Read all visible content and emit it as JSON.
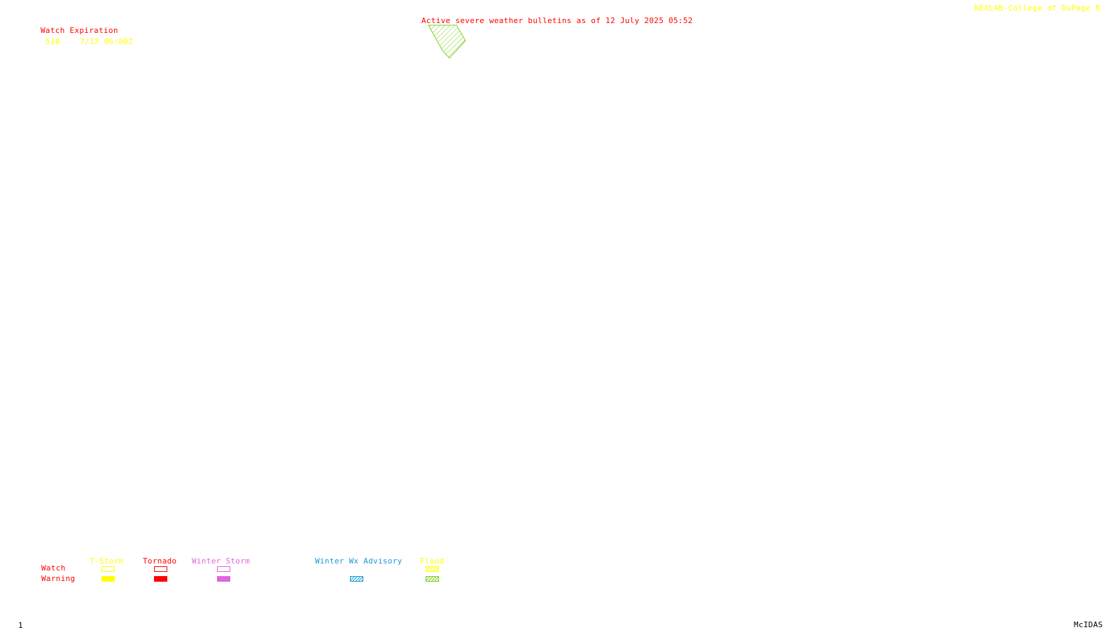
{
  "credit": "NEXLAB-College of DuPage R",
  "title": "Active severe weather bulletins as of 12 July 2025 05:52",
  "watch_expiration": {
    "heading": "Watch Expiration",
    "entries": [
      {
        "number": "510",
        "expires": "7/12 06:00Z"
      }
    ]
  },
  "alert_areas": [
    {
      "type": "Flood Warning",
      "fill": "hatched",
      "color": "#7ccf1f"
    }
  ],
  "legend": {
    "row_labels": {
      "watch": "Watch",
      "warning": "Warning"
    },
    "categories": [
      {
        "label": "T-Storm",
        "color": "#ffff00",
        "watch_style": "outline",
        "warning_style": "solid"
      },
      {
        "label": "Tornado",
        "color": "#ff0000",
        "watch_style": "outline",
        "warning_style": "solid"
      },
      {
        "label": "Winter Storm",
        "color": "#dd66dd",
        "watch_style": "outline",
        "warning_style": "solid"
      },
      {
        "label": "Winter Wx Advisory",
        "color": "#1a9ad6",
        "watch_style": "none",
        "warning_style": "hatched"
      },
      {
        "label": "Flood",
        "color": "#7ccf1f",
        "heading_color": "#ffff00",
        "watch_style": "hatched",
        "watch_color": "#ffff00",
        "warning_style": "hatched"
      }
    ]
  },
  "footer": {
    "page_number": "1",
    "program": "McIDAS"
  }
}
